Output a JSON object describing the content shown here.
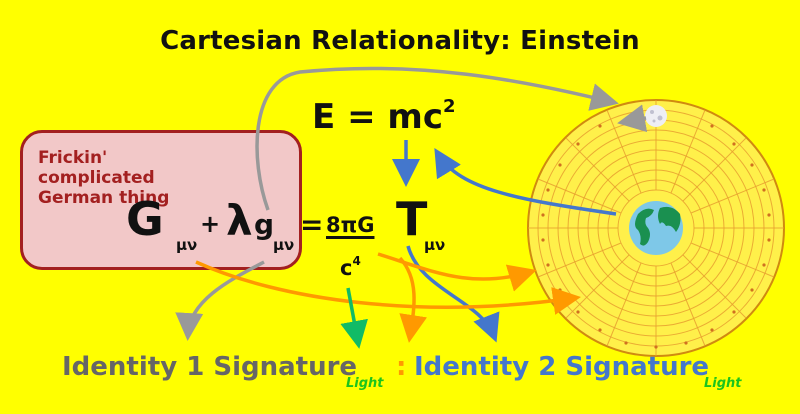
{
  "title": "Cartesian Relationality: Einstein",
  "colors": {
    "background": "#FFFF00",
    "box_fill": "#F2C8C8",
    "box_border": "#A32020",
    "gray_arrow": "#999999",
    "blue_arrow": "#4477CC",
    "orange_arrow": "#FF9900",
    "green_arrow": "#11BB66",
    "identity1": "#666666",
    "identity2": "#4477CC",
    "light": "#1CC41C"
  },
  "annotation": {
    "label": "Frickin' complicated German thing"
  },
  "equations": {
    "mass_energy": {
      "lhs": "E = mc",
      "exp": "2"
    },
    "field_equation": {
      "G": "G",
      "G_sub": "μν",
      "plus": "+",
      "lambda": "λ",
      "g": "g",
      "g_sub": "μν",
      "equals": "=",
      "numerator": "8πG",
      "denominator": "c",
      "denominator_exp": "4",
      "T": "T",
      "T_sub": "μν"
    }
  },
  "diagram": {
    "spacetime_grid": "polar-grid-with-earth",
    "earth_icon": "earth-icon",
    "moon_icon": "moon-icon"
  },
  "identities": {
    "identity1": "Identity 1 Signature",
    "light1": "Light",
    "separator": ":",
    "identity2": "Identity 2 Signature",
    "light2": "Light"
  }
}
